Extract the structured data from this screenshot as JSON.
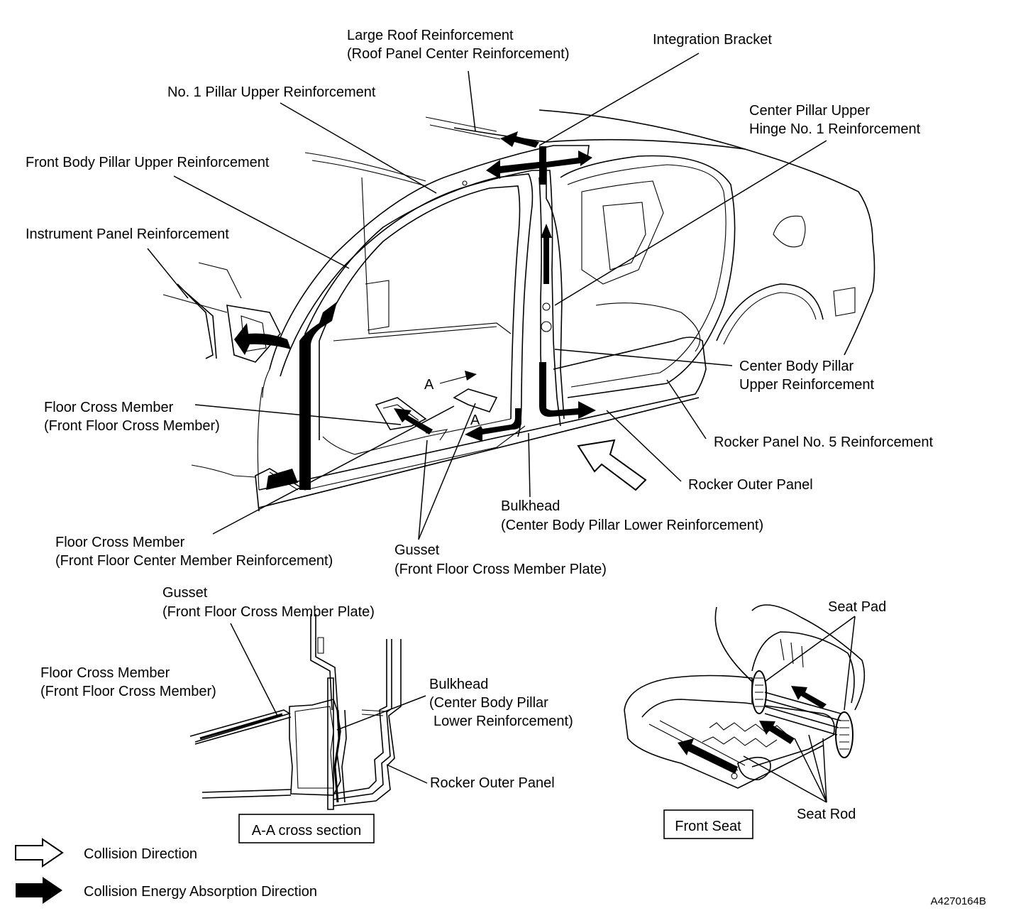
{
  "labels": {
    "large_roof_1": "Large Roof Reinforcement",
    "large_roof_2": "(Roof Panel Center Reinforcement)",
    "integration_bracket": "Integration Bracket",
    "no1_pillar": "No. 1 Pillar Upper Reinforcement",
    "center_pillar_hinge_1": "Center Pillar Upper",
    "center_pillar_hinge_2": "Hinge No. 1 Reinforcement",
    "front_body_pillar": "Front Body Pillar Upper Reinforcement",
    "instrument_panel": "Instrument Panel Reinforcement",
    "center_body_pillar_1": "Center Body Pillar",
    "center_body_pillar_2": "Upper Reinforcement",
    "floor_cross_member_1": "Floor Cross Member",
    "floor_cross_member_2": "(Front Floor Cross Member)",
    "rocker_panel_no5": "Rocker Panel No. 5 Reinforcement",
    "rocker_outer_panel": "Rocker Outer Panel",
    "bulkhead_1": "Bulkhead",
    "bulkhead_2": "(Center Body Pillar Lower Reinforcement)",
    "floor_cross_member_reinf_1": "Floor Cross Member",
    "floor_cross_member_reinf_2": "(Front Floor Center Member Reinforcement)",
    "gusset_1": "Gusset",
    "gusset_2": "(Front Floor Cross Member Plate)",
    "section_marker_a1": "A",
    "section_marker_a2": "A"
  },
  "cross_section": {
    "gusset_1": "Gusset",
    "gusset_2": "(Front Floor Cross Member Plate)",
    "floor_cross_member_1": "Floor Cross Member",
    "floor_cross_member_2": "(Front Floor Cross Member)",
    "bulkhead_1": "Bulkhead",
    "bulkhead_2": "(Center Body Pillar",
    "bulkhead_3": "Lower Reinforcement)",
    "rocker_outer_panel": "Rocker Outer Panel",
    "caption": "A-A cross section"
  },
  "front_seat": {
    "seat_pad": "Seat Pad",
    "seat_rod": "Seat Rod",
    "caption": "Front Seat"
  },
  "legend": {
    "collision_direction": "Collision Direction",
    "energy_absorption_direction": "Collision Energy Absorption Direction"
  },
  "figure_code": "A4270164B"
}
